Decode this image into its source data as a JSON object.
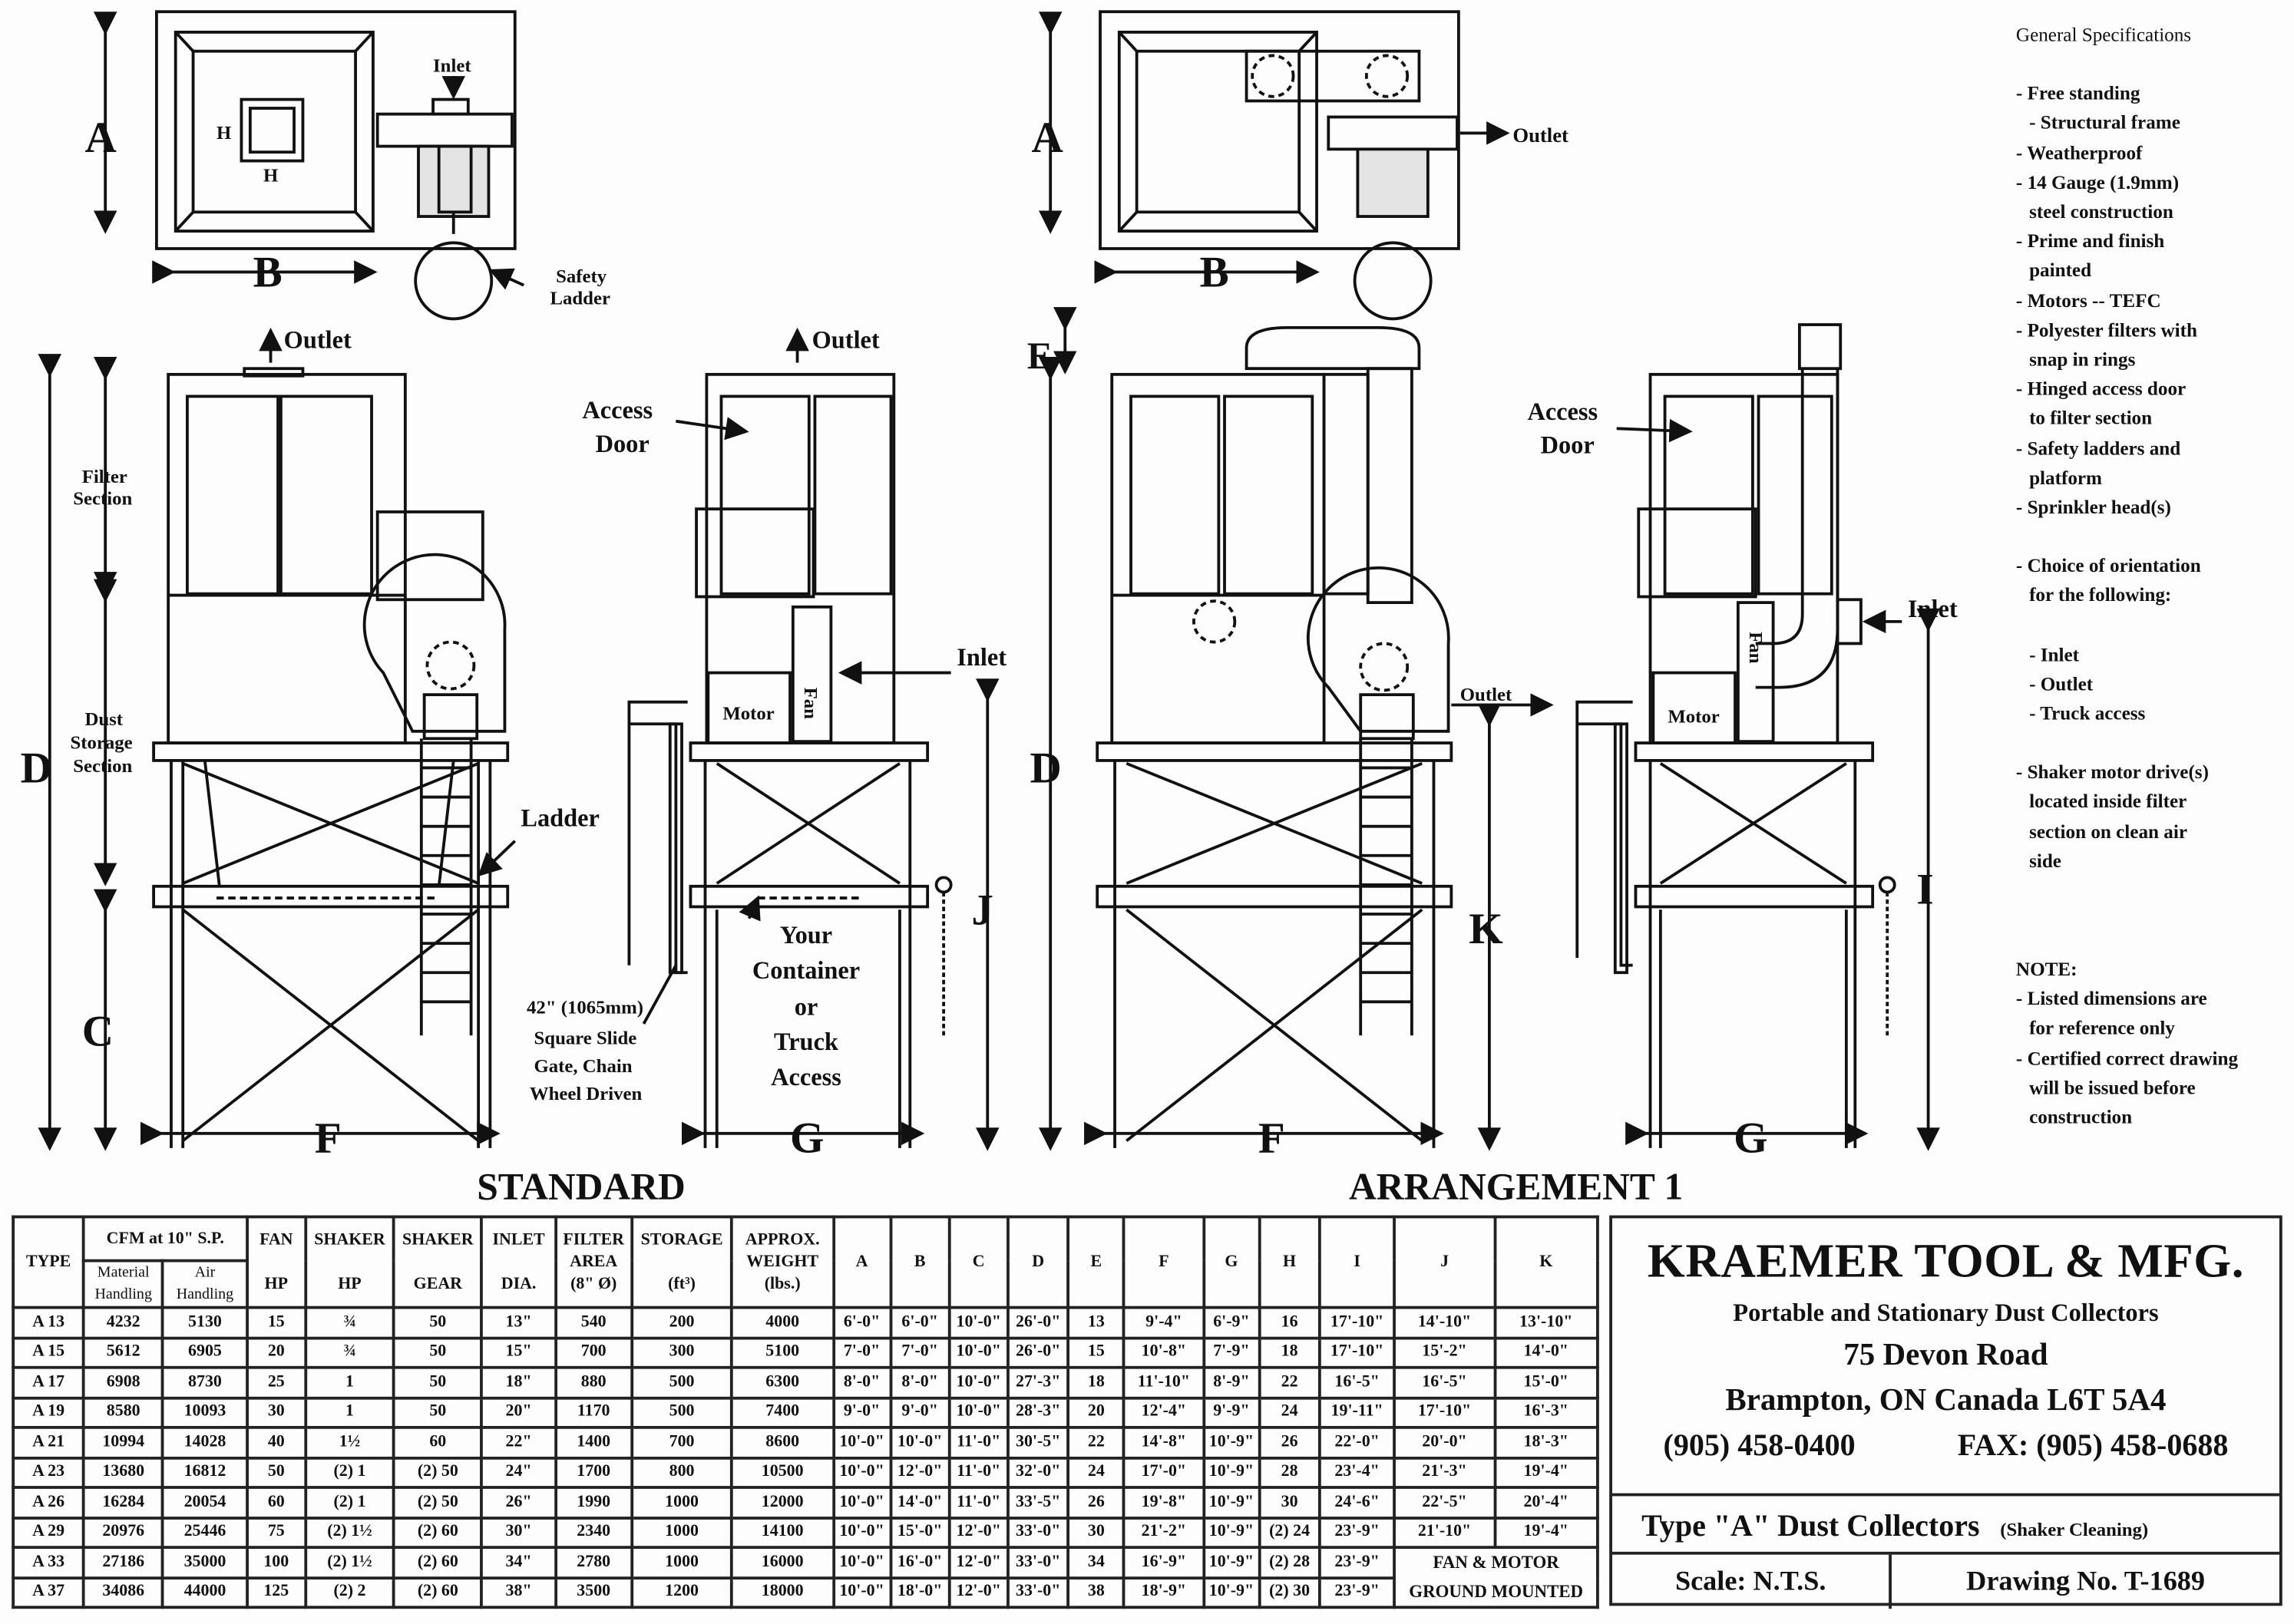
{
  "labels": {
    "inlet": "Inlet",
    "safety_ladder_1": "Safety",
    "safety_ladder_2": "Ladder",
    "outlet": "Outlet",
    "filter_section_1": "Filter",
    "filter_section_2": "Section",
    "dust_storage_1": "Dust",
    "dust_storage_2": "Storage",
    "dust_storage_3": "Section",
    "ladder": "Ladder",
    "access_door_1": "Access",
    "access_door_2": "Door",
    "fan": "Fan",
    "motor": "Motor",
    "container_1": "Your",
    "container_2": "Container",
    "container_3": "or",
    "container_4": "Truck",
    "container_5": "Access",
    "gate_1": "42\" (1065mm)",
    "gate_2": "Square Slide",
    "gate_3": "Gate, Chain",
    "gate_4": "Wheel Driven",
    "standard": "STANDARD",
    "arrangement": "ARRANGEMENT 1",
    "dim_A": "A",
    "dim_B": "B",
    "dim_C": "C",
    "dim_D": "D",
    "dim_E": "E",
    "dim_F": "F",
    "dim_G": "G",
    "dim_H": "H",
    "dim_I": "I",
    "dim_J": "J",
    "dim_K": "K"
  },
  "specs": {
    "title": "General Specifications",
    "items": [
      "- Free standing",
      "- Structural frame",
      "- Weatherproof",
      "- 14 Gauge (1.9mm)",
      "steel construction",
      "- Prime and finish",
      "painted",
      "- Motors -- TEFC",
      "- Polyester filters with",
      "snap in rings",
      "- Hinged access door",
      "to filter section",
      "- Safety ladders and",
      "platform",
      "- Sprinkler head(s)"
    ],
    "orientation": [
      "- Choice of orientation",
      "for the following:"
    ],
    "orientation_items": [
      "- Inlet",
      "- Outlet",
      "- Truck access"
    ],
    "shaker": [
      "- Shaker motor drive(s)",
      "located inside filter",
      "section on clean air",
      "side"
    ],
    "note_title": "NOTE:",
    "notes": [
      "- Listed dimensions are",
      "for reference only",
      "- Certified correct drawing",
      "will be issued before",
      "construction"
    ]
  },
  "table": {
    "headers": {
      "type": "TYPE",
      "cfm": "CFM at 10\" S.P.",
      "material": "Material Handling",
      "air": "Air Handling",
      "fan_hp_1": "FAN",
      "fan_hp_2": "HP",
      "shaker_hp_1": "SHAKER",
      "shaker_hp_2": "HP",
      "shaker_gear_1": "SHAKER",
      "shaker_gear_2": "GEAR",
      "inlet_1": "INLET",
      "inlet_2": "DIA.",
      "filter_1": "FILTER",
      "filter_2": "AREA",
      "filter_3": "(8\" Ø)",
      "storage_1": "STORAGE",
      "storage_2": "(ft³)",
      "weight_1": "APPROX.",
      "weight_2": "WEIGHT",
      "weight_3": "(lbs.)",
      "dims": [
        "A",
        "B",
        "C",
        "D",
        "E",
        "F",
        "G",
        "H",
        "I",
        "J",
        "K"
      ]
    },
    "rows": [
      [
        "A 13",
        "4232",
        "5130",
        "15",
        "¾",
        "50",
        "13\"",
        "540",
        "200",
        "4000",
        "6'-0\"",
        "6'-0\"",
        "10'-0\"",
        "26'-0\"",
        "13",
        "9'-4\"",
        "6'-9\"",
        "16",
        "17'-10\"",
        "14'-10\"",
        "13'-10\""
      ],
      [
        "A 15",
        "5612",
        "6905",
        "20",
        "¾",
        "50",
        "15\"",
        "700",
        "300",
        "5100",
        "7'-0\"",
        "7'-0\"",
        "10'-0\"",
        "26'-0\"",
        "15",
        "10'-8\"",
        "7'-9\"",
        "18",
        "17'-10\"",
        "15'-2\"",
        "14'-0\""
      ],
      [
        "A 17",
        "6908",
        "8730",
        "25",
        "1",
        "50",
        "18\"",
        "880",
        "500",
        "6300",
        "8'-0\"",
        "8'-0\"",
        "10'-0\"",
        "27'-3\"",
        "18",
        "11'-10\"",
        "8'-9\"",
        "22",
        "16'-5\"",
        "16'-5\"",
        "15'-0\""
      ],
      [
        "A 19",
        "8580",
        "10093",
        "30",
        "1",
        "50",
        "20\"",
        "1170",
        "500",
        "7400",
        "9'-0\"",
        "9'-0\"",
        "10'-0\"",
        "28'-3\"",
        "20",
        "12'-4\"",
        "9'-9\"",
        "24",
        "19'-11\"",
        "17'-10\"",
        "16'-3\""
      ],
      [
        "A 21",
        "10994",
        "14028",
        "40",
        "1½",
        "60",
        "22\"",
        "1400",
        "700",
        "8600",
        "10'-0\"",
        "10'-0\"",
        "11'-0\"",
        "30'-5\"",
        "22",
        "14'-8\"",
        "10'-9\"",
        "26",
        "22'-0\"",
        "20'-0\"",
        "18'-3\""
      ],
      [
        "A 23",
        "13680",
        "16812",
        "50",
        "(2) 1",
        "(2) 50",
        "24\"",
        "1700",
        "800",
        "10500",
        "10'-0\"",
        "12'-0\"",
        "11'-0\"",
        "32'-0\"",
        "24",
        "17'-0\"",
        "10'-9\"",
        "28",
        "23'-4\"",
        "21'-3\"",
        "19'-4\""
      ],
      [
        "A 26",
        "16284",
        "20054",
        "60",
        "(2) 1",
        "(2) 50",
        "26\"",
        "1990",
        "1000",
        "12000",
        "10'-0\"",
        "14'-0\"",
        "11'-0\"",
        "33'-5\"",
        "26",
        "19'-8\"",
        "10'-9\"",
        "30",
        "24'-6\"",
        "22'-5\"",
        "20'-4\""
      ],
      [
        "A 29",
        "20976",
        "25446",
        "75",
        "(2) 1½",
        "(2) 60",
        "30\"",
        "2340",
        "1000",
        "14100",
        "10'-0\"",
        "15'-0\"",
        "12'-0\"",
        "33'-0\"",
        "30",
        "21'-2\"",
        "10'-9\"",
        "(2) 24",
        "23'-9\"",
        "21'-10\"",
        "19'-4\""
      ],
      [
        "A 33",
        "27186",
        "35000",
        "100",
        "(2) 1½",
        "(2) 60",
        "34\"",
        "2780",
        "1000",
        "16000",
        "10'-0\"",
        "16'-0\"",
        "12'-0\"",
        "33'-0\"",
        "34",
        "16'-9\"",
        "10'-9\"",
        "(2) 28",
        "23'-9\""
      ],
      [
        "A 37",
        "34086",
        "44000",
        "125",
        "(2) 2",
        "(2) 60",
        "38\"",
        "3500",
        "1200",
        "18000",
        "10'-0\"",
        "18'-0\"",
        "12'-0\"",
        "33'-0\"",
        "38",
        "18'-9\"",
        "10'-9\"",
        "(2) 30",
        "23'-9\""
      ]
    ],
    "merged_note_1": "FAN & MOTOR",
    "merged_note_2": "GROUND MOUNTED"
  },
  "title_block": {
    "company": "KRAEMER TOOL & MFG.",
    "subtitle": "Portable and Stationary Dust Collectors",
    "address": "75 Devon Road",
    "city": "Brampton, ON  Canada  L6T 5A4",
    "phone": "(905) 458-0400",
    "fax": "FAX: (905) 458-0688",
    "type": "Type \"A\" Dust Collectors",
    "type_note": "(Shaker Cleaning)",
    "scale": "Scale: N.T.S.",
    "drawing_no": "Drawing No.  T-1689"
  }
}
